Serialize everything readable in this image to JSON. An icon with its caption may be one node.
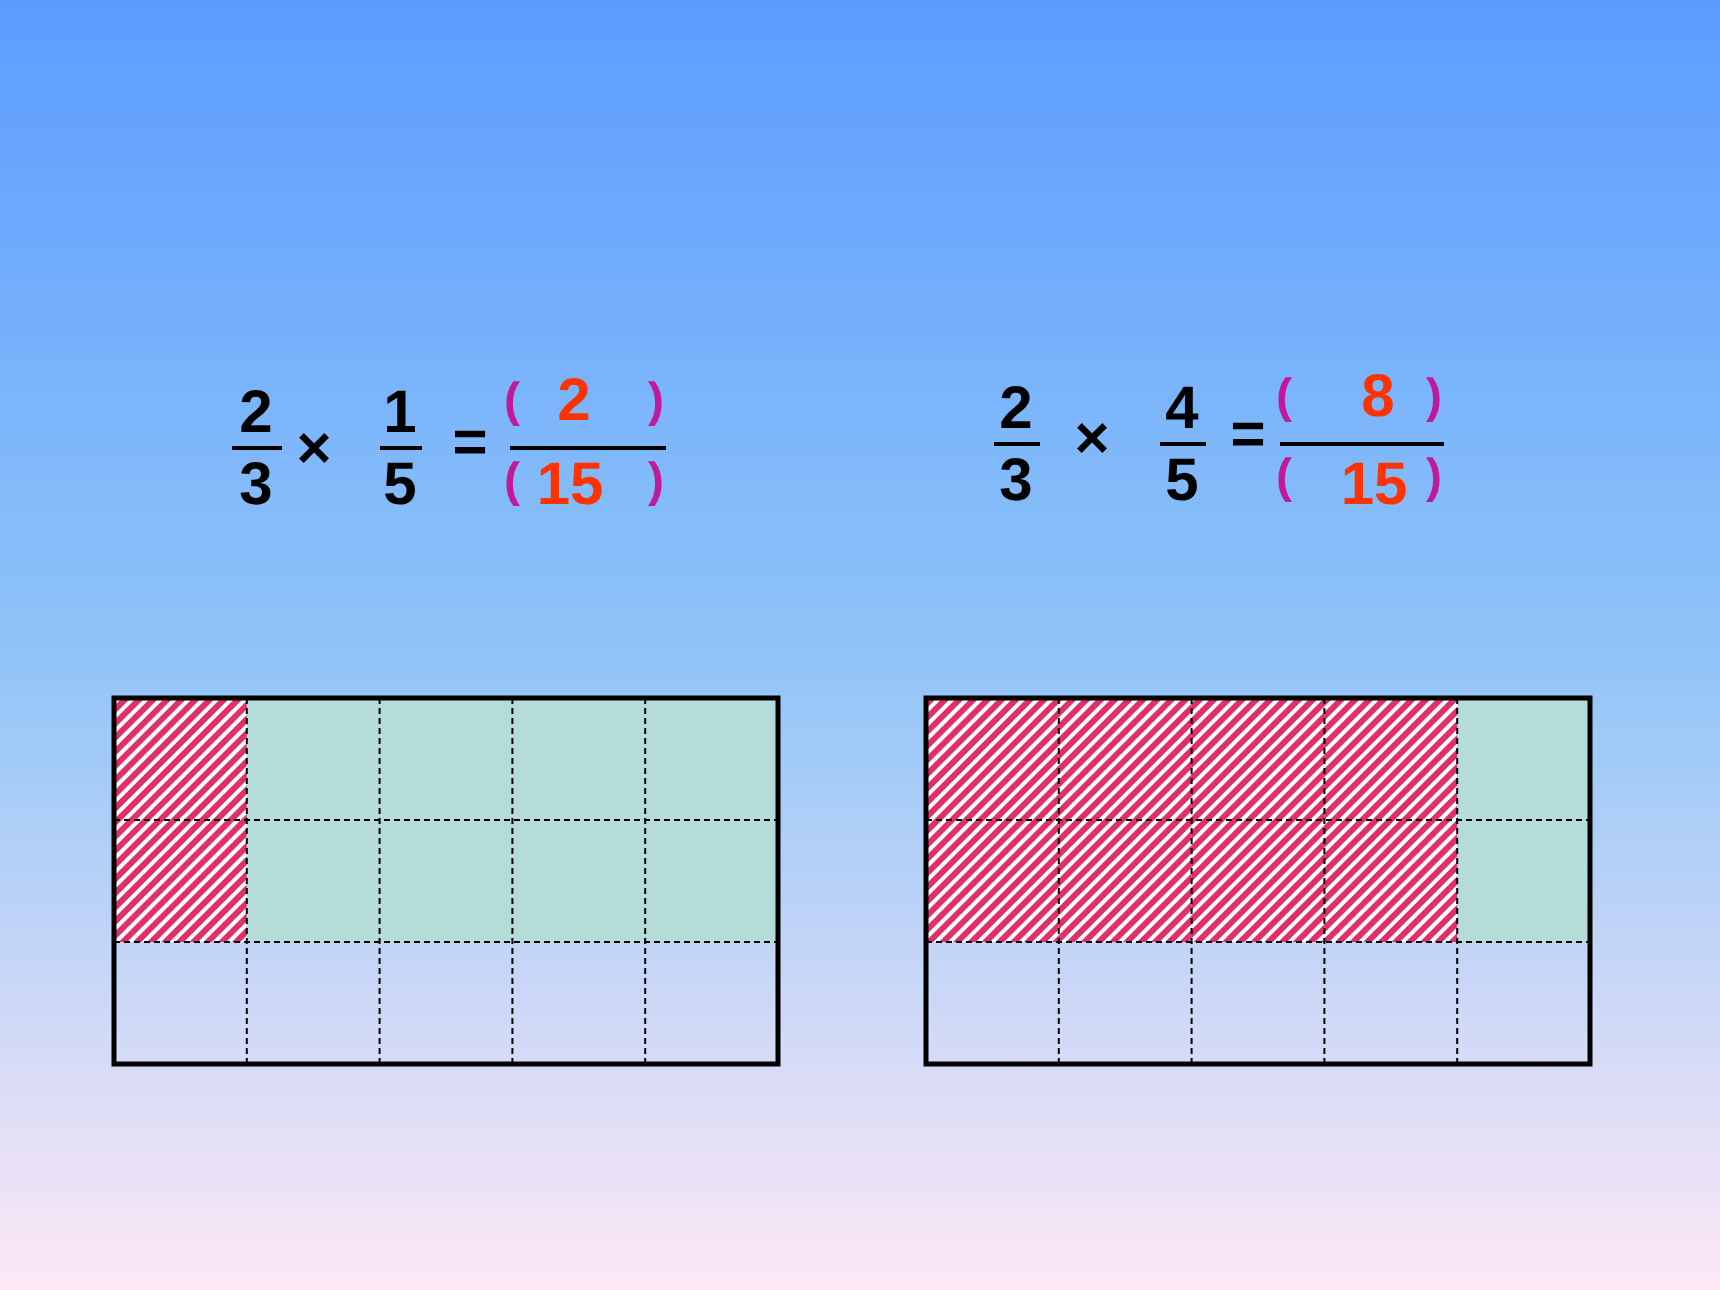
{
  "diagram": {
    "labels": [
      "2",
      "3",
      "×",
      "1",
      "5",
      "=",
      "(",
      "2",
      ")",
      "(",
      "15",
      ")",
      "2",
      "3",
      "×",
      "4",
      "5",
      "=",
      "(",
      "8",
      ")",
      "(",
      "15",
      ")"
    ]
  }
}
